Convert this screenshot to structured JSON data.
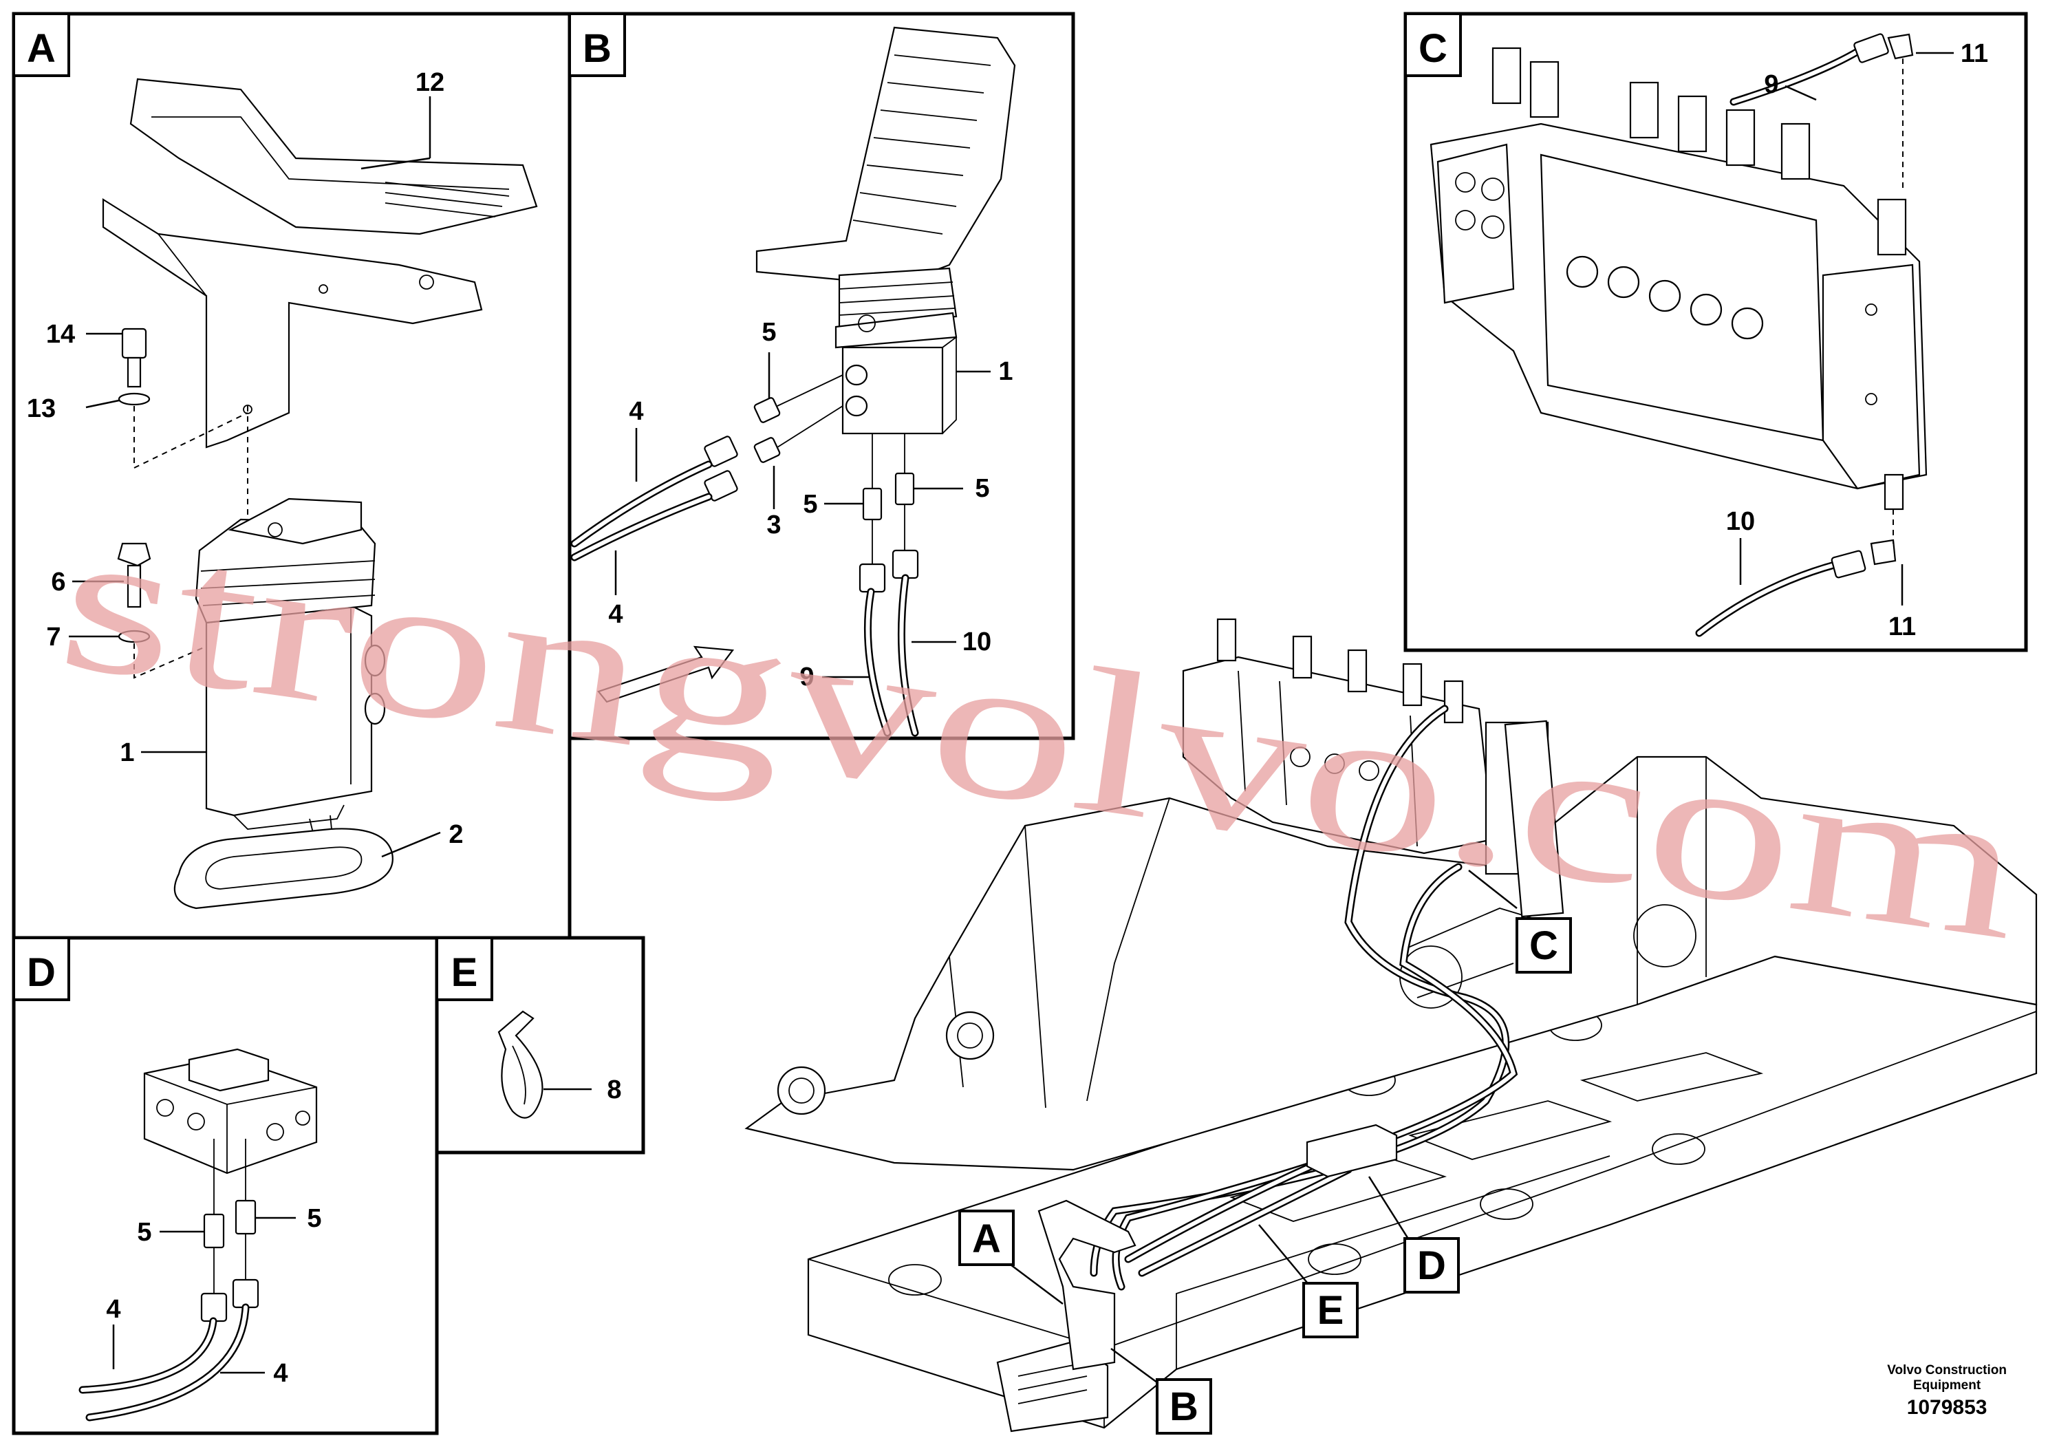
{
  "panels": {
    "A": {
      "letter": "A",
      "callouts": [
        "12",
        "14",
        "13",
        "6",
        "7",
        "1",
        "2"
      ]
    },
    "B": {
      "letter": "B",
      "callouts": [
        "5",
        "1",
        "4",
        "3",
        "5",
        "5",
        "4",
        "10",
        "9"
      ]
    },
    "C": {
      "letter": "C",
      "callouts": [
        "9",
        "11",
        "10",
        "11"
      ]
    },
    "D": {
      "letter": "D",
      "callouts": [
        "5",
        "5",
        "4",
        "4"
      ]
    },
    "E": {
      "letter": "E",
      "callouts": [
        "8"
      ]
    }
  },
  "overview_tags": [
    "A",
    "B",
    "C",
    "D",
    "E"
  ],
  "watermark": "strongvolvo.com",
  "footer": {
    "brand_line1": "Volvo Construction",
    "brand_line2": "Equipment",
    "doc_number": "1079853"
  },
  "colors": {
    "line": "#000000",
    "watermark": "#e8a0a0",
    "background": "#ffffff"
  }
}
